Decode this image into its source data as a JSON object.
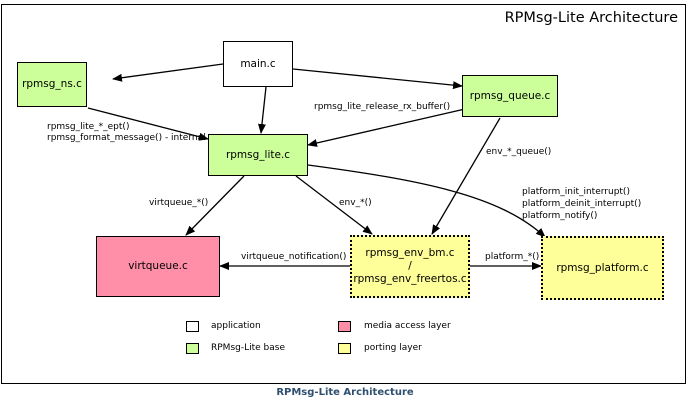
{
  "title": "RPMsg-Lite Architecture",
  "caption": "RPMsg-Lite Architecture",
  "colors": {
    "application": "#ffffff",
    "base": "#ccff99",
    "media": "#ff8fa8",
    "porting": "#ffff99",
    "caption": "#2f4f6f"
  },
  "nodes": {
    "main": "main.c",
    "ns": "rpmsg_ns.c",
    "queue": "rpmsg_queue.c",
    "lite": "rpmsg_lite.c",
    "virtqueue": "virtqueue.c",
    "env_line1": "rpmsg_env_bm.c",
    "env_line2": "/",
    "env_line3": "rpmsg_env_freertos.c",
    "platform": "rpmsg_platform.c"
  },
  "edge_labels": {
    "release_rx": "rpmsg_lite_release_rx_buffer()",
    "ept": "rpmsg_lite_*_ept()",
    "format": "rpmsg_format_message() - internal",
    "env_queue": "env_*_queue()",
    "virtqueue_calls": "virtqueue_*()",
    "env_calls": "env_*()",
    "platform_init": "platform_init_interrupt()",
    "platform_deinit": "platform_deinit_interrupt()",
    "platform_notify": "platform_notify()",
    "vq_notification": "virtqueue_notification()",
    "platform_calls": "platform_*()"
  },
  "legend": {
    "application": "application",
    "base": "RPMsg-Lite base",
    "media": "media access layer",
    "porting": "porting layer"
  }
}
